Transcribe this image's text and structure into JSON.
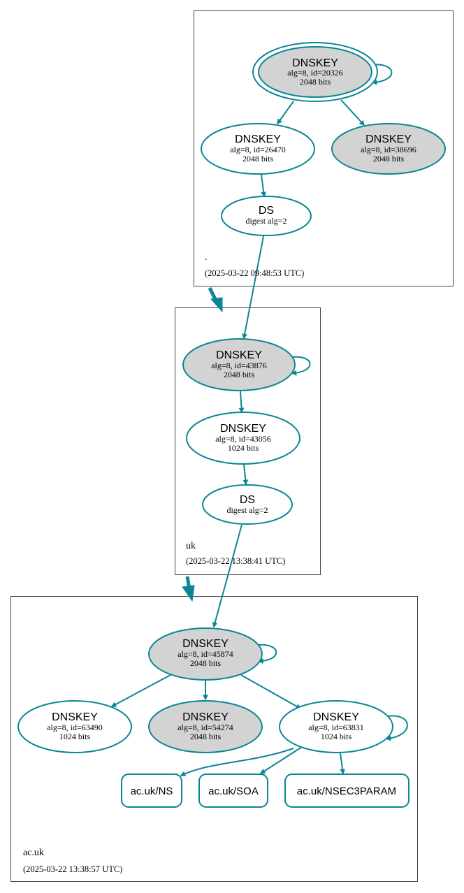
{
  "zones": {
    "root": {
      "name": ".",
      "timestamp": "(2025-03-22 09:48:53 UTC)"
    },
    "uk": {
      "name": "uk",
      "timestamp": "(2025-03-22 13:38:41 UTC)"
    },
    "ac_uk": {
      "name": "ac.uk",
      "timestamp": "(2025-03-22 13:38:57 UTC)"
    }
  },
  "nodes": {
    "root_ksk": {
      "title": "DNSKEY",
      "line1": "alg=8, id=20326",
      "line2": "2048 bits"
    },
    "root_zsk": {
      "title": "DNSKEY",
      "line1": "alg=8, id=26470",
      "line2": "2048 bits"
    },
    "root_key3": {
      "title": "DNSKEY",
      "line1": "alg=8, id=38696",
      "line2": "2048 bits"
    },
    "uk_ds": {
      "title": "DS",
      "line1": "digest alg=2"
    },
    "uk_ksk": {
      "title": "DNSKEY",
      "line1": "alg=8, id=43876",
      "line2": "2048 bits"
    },
    "uk_zsk": {
      "title": "DNSKEY",
      "line1": "alg=8, id=43056",
      "line2": "1024 bits"
    },
    "acuk_ds": {
      "title": "DS",
      "line1": "digest alg=2"
    },
    "acuk_ksk": {
      "title": "DNSKEY",
      "line1": "alg=8, id=45874",
      "line2": "2048 bits"
    },
    "acuk_k1": {
      "title": "DNSKEY",
      "line1": "alg=8, id=63490",
      "line2": "1024 bits"
    },
    "acuk_k2": {
      "title": "DNSKEY",
      "line1": "alg=8, id=54274",
      "line2": "2048 bits"
    },
    "acuk_k3": {
      "title": "DNSKEY",
      "line1": "alg=8, id=63831",
      "line2": "1024 bits"
    }
  },
  "rrsets": {
    "ns": "ac.uk/NS",
    "soa": "ac.uk/SOA",
    "nsec3param": "ac.uk/NSEC3PARAM"
  },
  "colors": {
    "edge": "#0a8696",
    "filled_node": "#d3d3d3",
    "node_fill": "#ffffff",
    "zone_border": "#444444"
  }
}
